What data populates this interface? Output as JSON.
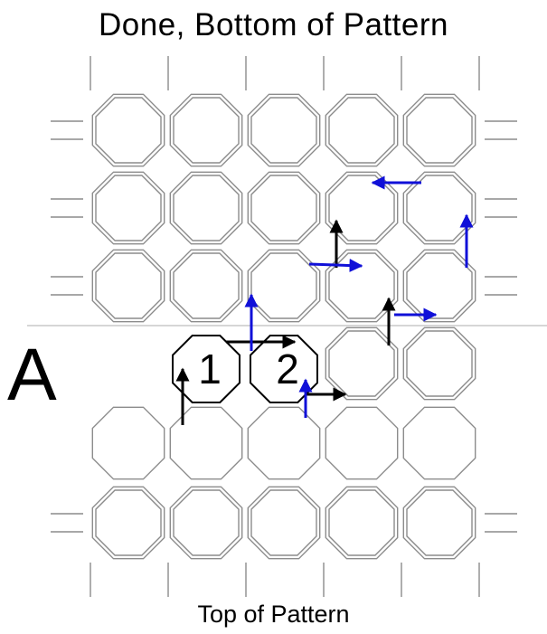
{
  "header": {
    "title": "Done, Bottom of Pattern"
  },
  "footer": {
    "title": "Top of Pattern"
  },
  "section_label": "A",
  "motifs": [
    {
      "label": "1"
    },
    {
      "label": "2"
    }
  ],
  "colors": {
    "grid_line": "#8c8c8c",
    "arrow_black": "#000000",
    "arrow_blue": "#1010d8",
    "divider": "#c8c8c8"
  },
  "icons": {
    "black_arrow": "arrow-icon",
    "blue_arrow": "arrow-icon"
  }
}
